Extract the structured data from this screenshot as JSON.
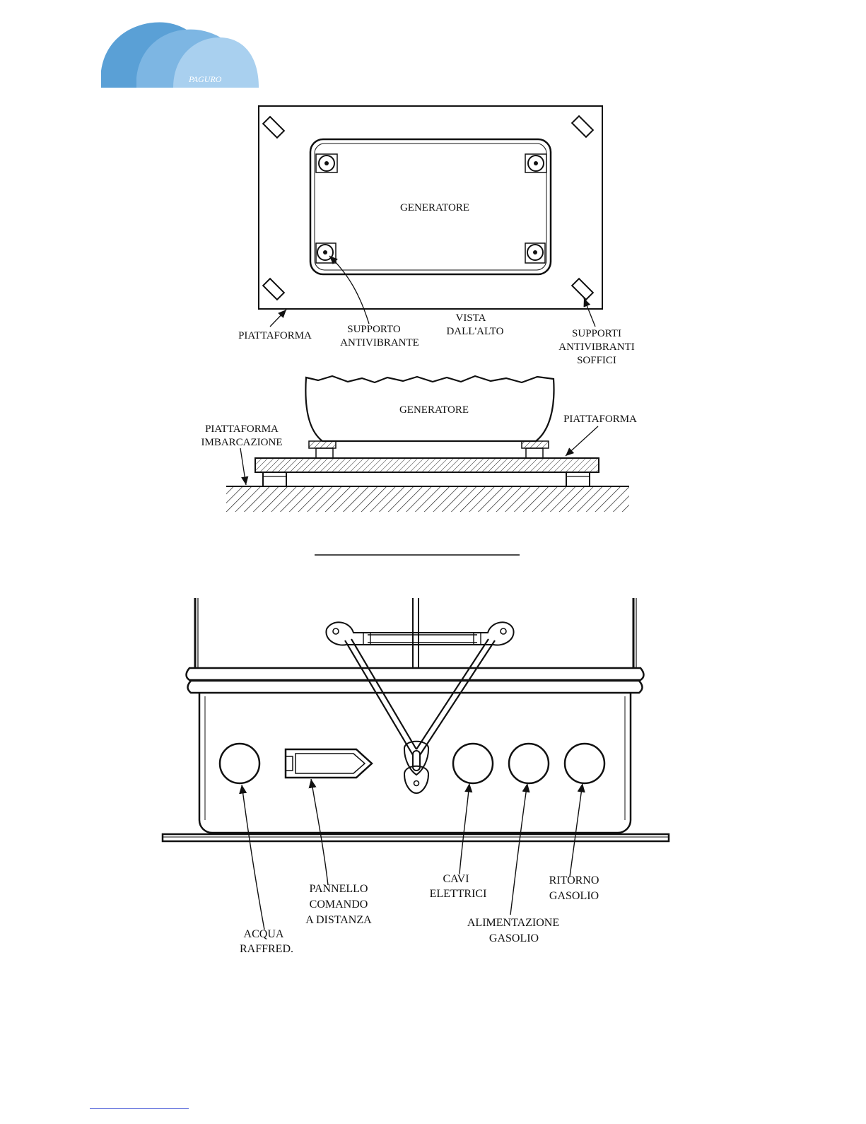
{
  "logo": {
    "text": "PAGURO",
    "colors": [
      "#5aa0d6",
      "#7db6e3",
      "#a9d0ef"
    ]
  },
  "top_view": {
    "generator_label": "GENERATORE",
    "platform_label": "PIATTAFORMA",
    "support_label": [
      "SUPPORTO",
      "ANTIVIBRANTE"
    ],
    "view_label": [
      "VISTA",
      "DALL'ALTO"
    ],
    "soft_supports_label": [
      "SUPPORTI",
      "ANTIVIBRANTI",
      "SOFFICI"
    ]
  },
  "side_view": {
    "generator_label": "GENERATORE",
    "boat_platform_label": [
      "PIATTAFORMA",
      "IMBARCAZIONE"
    ],
    "platform_label": "PIATTAFORMA"
  },
  "front_view": {
    "cooling_water": [
      "ACQUA",
      "RAFFRED."
    ],
    "remote_panel": [
      "PANNELLO",
      "COMANDO",
      "A DISTANZA"
    ],
    "electric_cables": [
      "CAVI",
      "ELETTRICI"
    ],
    "fuel_supply": [
      "ALIMENTAZIONE",
      "GASOLIO"
    ],
    "fuel_return": [
      "RITORNO",
      "GASOLIO"
    ]
  },
  "colors": {
    "ink": "#111111",
    "link": "#2a3fd0"
  }
}
